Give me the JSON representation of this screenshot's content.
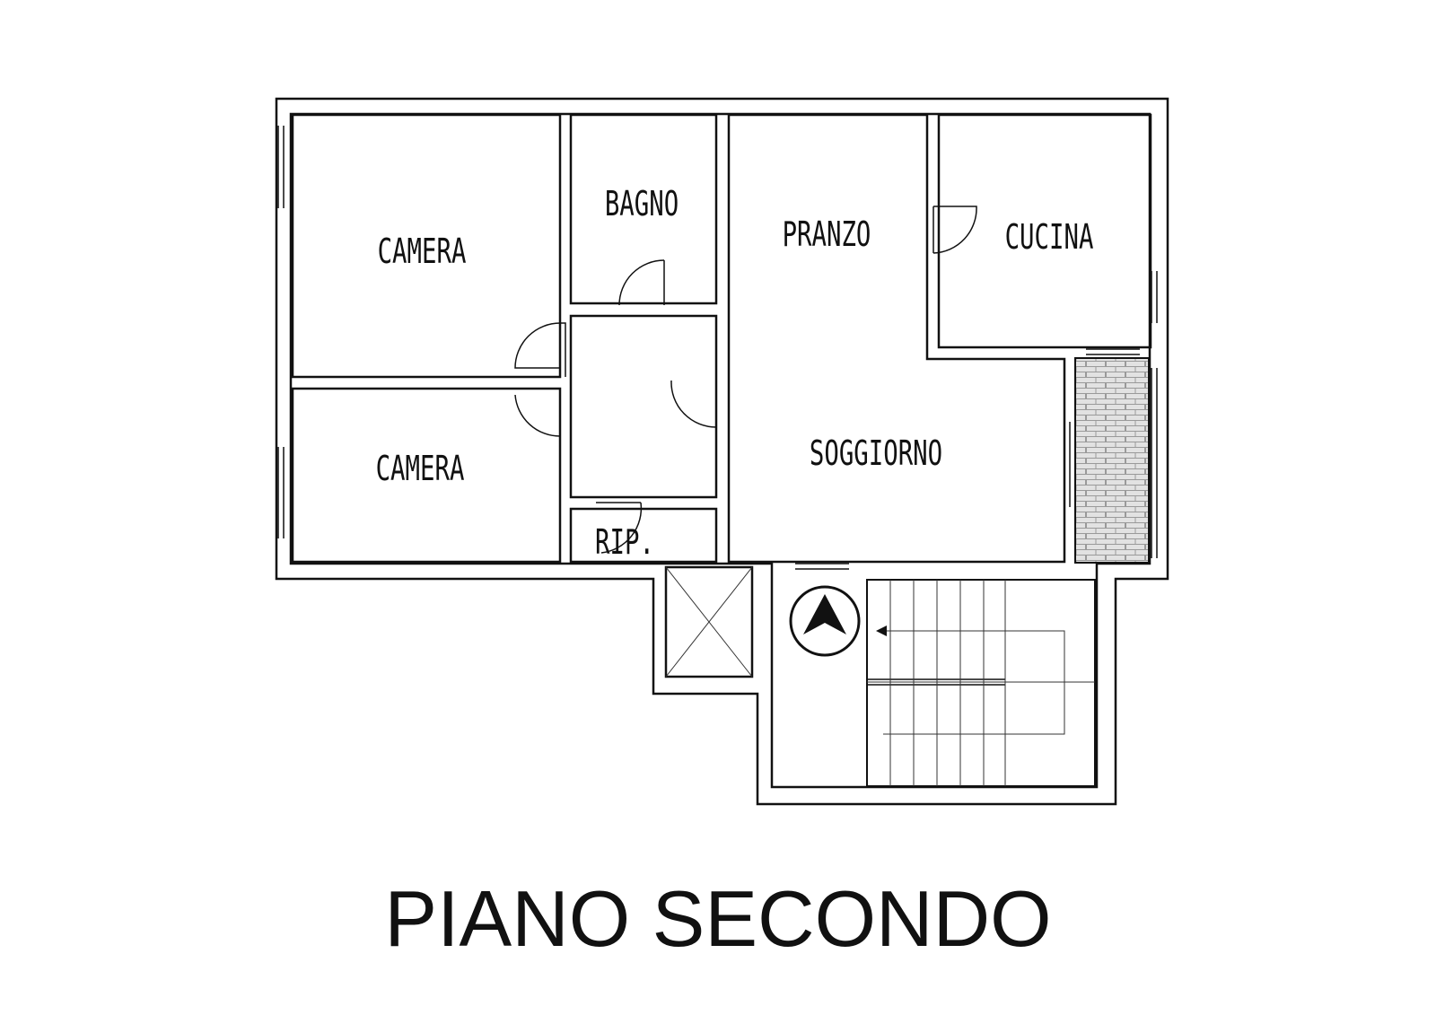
{
  "title": "PIANO SECONDO",
  "rooms": {
    "camera_top": "CAMERA",
    "camera_bottom": "CAMERA",
    "bagno": "BAGNO",
    "pranzo": "PRANZO",
    "cucina": "CUCINA",
    "soggiorno": "SOGGIORNO",
    "ripostiglio": "RIP."
  },
  "icons": {
    "north": "north-arrow-icon",
    "stairs": "staircase-icon",
    "elevator": "elevator-shaft-icon"
  },
  "colors": {
    "line": "#111111",
    "chimney_fill": "#e2e2e2"
  }
}
